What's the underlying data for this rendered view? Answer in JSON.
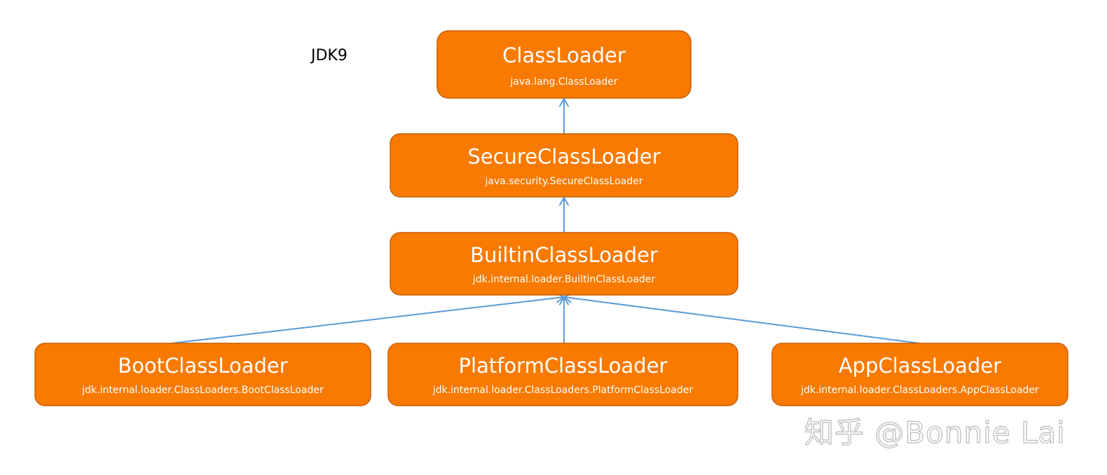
{
  "diagram": {
    "version_label": "JDK9",
    "colors": {
      "node_fill": "#f87a00",
      "node_border": "#c85f00",
      "edge": "#5b9bd5",
      "text": "#ffffff"
    },
    "nodes": [
      {
        "id": "classloader",
        "title": "ClassLoader",
        "subtitle": "java.lang.ClassLoader"
      },
      {
        "id": "secure",
        "title": "SecureClassLoader",
        "subtitle": "java.security.SecureClassLoader"
      },
      {
        "id": "builtin",
        "title": "BuiltinClassLoader",
        "subtitle": "jdk.internal.loader.BuiltinClassLoader"
      },
      {
        "id": "boot",
        "title": "BootClassLoader",
        "subtitle": "jdk.internal.loader.ClassLoaders.BootClassLoader"
      },
      {
        "id": "platform",
        "title": "PlatformClassLoader",
        "subtitle": "jdk.internal.loader.ClassLoaders.PlatformClassLoader"
      },
      {
        "id": "app",
        "title": "AppClassLoader",
        "subtitle": "jdk.internal.loader.ClassLoaders.AppClassLoader"
      }
    ],
    "edges": [
      {
        "from": "secure",
        "to": "classloader"
      },
      {
        "from": "builtin",
        "to": "secure"
      },
      {
        "from": "boot",
        "to": "builtin"
      },
      {
        "from": "platform",
        "to": "builtin"
      },
      {
        "from": "app",
        "to": "builtin"
      }
    ]
  },
  "watermark": "知乎 @Bonnie Lai"
}
